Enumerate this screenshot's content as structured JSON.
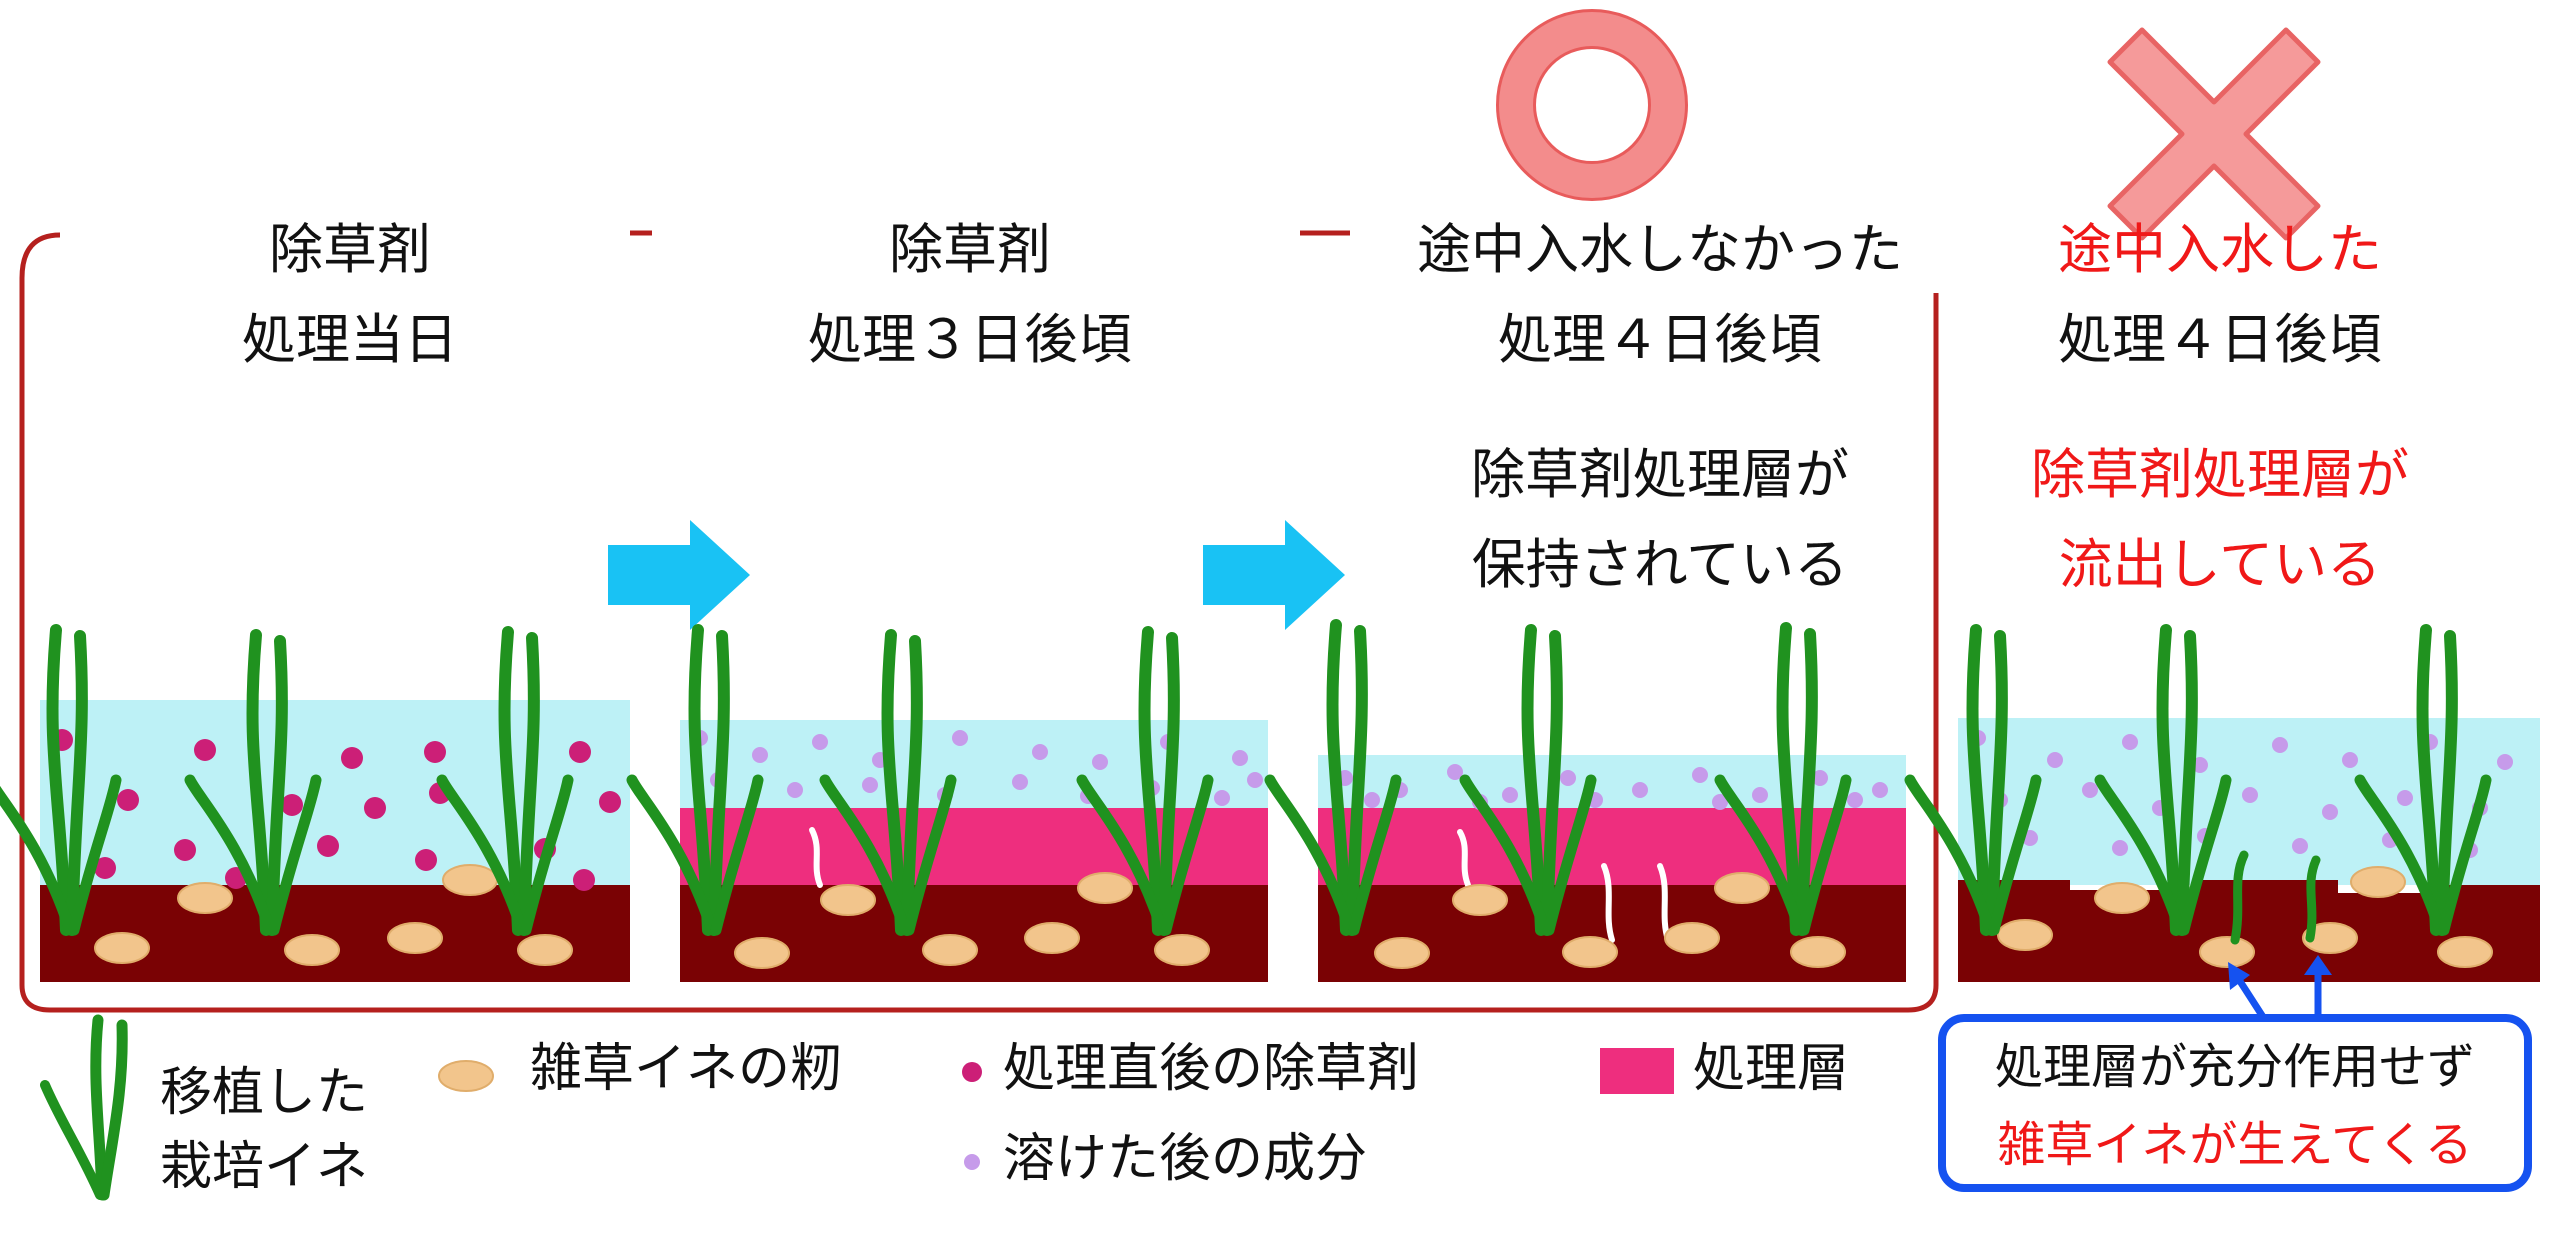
{
  "colors": {
    "water": "#bdf1f6",
    "soil": "#7a0204",
    "treatment_layer": "#ee2e7e",
    "herbicide_fresh": "#cc1f77",
    "herbicide_dissolved": "#c69bea",
    "seed": "#f2c58c",
    "rice_plant": "#20921f",
    "bracket": "#b5201e",
    "arrow": "#19c2f4",
    "good_mark": "#f38c8c",
    "bad_mark": "#f59a9a",
    "note_border": "#1552f0",
    "warning_text": "#f01818"
  },
  "stages": [
    {
      "line1": "除草剤",
      "line2": "処理当日"
    },
    {
      "line1": "除草剤",
      "line2": "処理３日後頃"
    },
    {
      "line1": "途中入水しなかった",
      "line2": "処理４日後頃",
      "desc1": "除草剤処理層が",
      "desc2": "保持されている"
    },
    {
      "line1": "途中入水した",
      "line2": "処理４日後頃",
      "desc1": "除草剤処理層が",
      "desc2": "流出している"
    }
  ],
  "marks": {
    "good": "circle-icon",
    "bad": "cross-icon"
  },
  "legend": {
    "rice_line1": "移植した",
    "rice_line2": "栽培イネ",
    "seed": "雑草イネの籾",
    "fresh": "処理直後の除草剤",
    "dissolved": "溶けた後の成分",
    "layer": "処理層"
  },
  "note": {
    "line1": "処理層が充分作用せず",
    "line2": "雑草イネが生えてくる"
  }
}
